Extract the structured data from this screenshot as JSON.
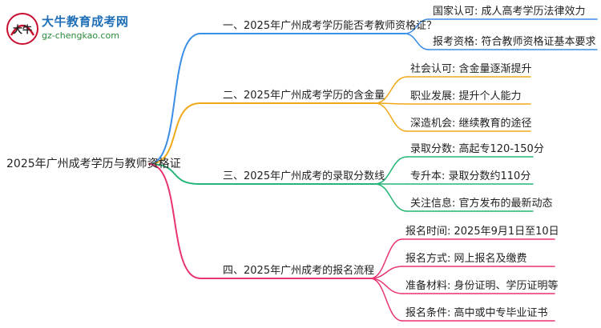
{
  "logo": {
    "title": "大牛教育成考网",
    "url": "gz-chengkao.com",
    "mark_text": "大牛"
  },
  "root": "2025年广州成考学历与教师资格证",
  "branches": [
    {
      "label": "一、2025年广州成考学历能否考教师资格证？",
      "color": "#3a8ee6",
      "leaves": [
        "国家认可: 成人高考学历法律效力",
        "报考资格: 符合教师资格证基本要求"
      ]
    },
    {
      "label": "二、2025年广州成考学历的含金量",
      "color": "#f0a818",
      "leaves": [
        "社会认可: 含金量逐渐提升",
        "职业发展: 提升个人能力",
        "深造机会: 继续教育的途径"
      ]
    },
    {
      "label": "三、2025年广州成考的录取分数线",
      "color": "#26b576",
      "leaves": [
        "录取分数: 高起专120-150分",
        "专升本: 录取分数约110分",
        "关注信息: 官方发布的最新动态"
      ]
    },
    {
      "label": "四、2025年广州成考的报名流程",
      "color": "#e8346f",
      "leaves": [
        "报名时间: 2025年9月1日至10日",
        "报名方式: 网上报名及缴费",
        "准备材料: 身份证明、学历证明等",
        "报名条件: 高中或中专毕业证书"
      ]
    }
  ]
}
